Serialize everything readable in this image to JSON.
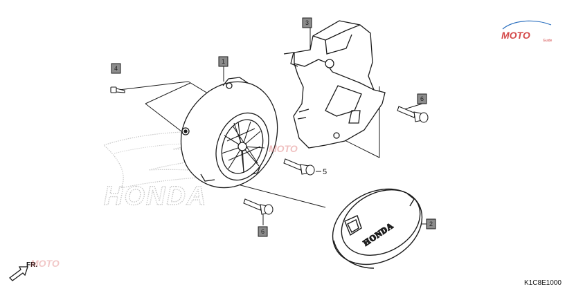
{
  "diagram": {
    "code": "K1C8E1000",
    "direction_label": "FR.",
    "watermark_text": "HONDA",
    "cover_emblem_text": "HONDA",
    "site_logo": {
      "text": "MOTO",
      "subtext": "Guide"
    },
    "callouts": [
      {
        "label": "1",
        "boxed": true
      },
      {
        "label": "2",
        "boxed": true
      },
      {
        "label": "3",
        "boxed": true
      },
      {
        "label": "4",
        "boxed": true
      },
      {
        "label": "5",
        "boxed": false
      },
      {
        "label": "6",
        "boxed": true
      },
      {
        "label": "6",
        "boxed": true
      }
    ]
  },
  "colors": {
    "line": "#1a1a1a",
    "callout_fill": "#8c8c8c",
    "watermark": "#c8c8c8",
    "logo_red": "#d44a4a",
    "logo_blue": "#2a6fbf"
  }
}
